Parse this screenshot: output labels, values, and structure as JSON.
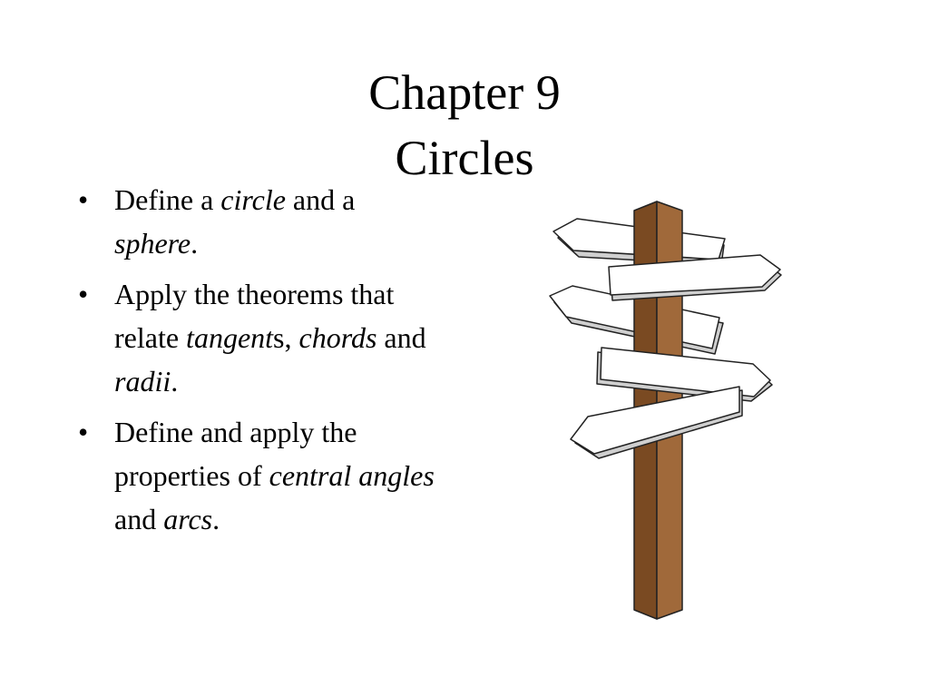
{
  "slide": {
    "title_line1": "Chapter 9",
    "title_line2": "Circles",
    "bullet_char": "•",
    "bullets": [
      {
        "seg0": "Define a ",
        "seg1": "circle",
        "seg2": " and a ",
        "seg3": "sphere",
        "seg4": "."
      },
      {
        "seg0": "Apply the theorems that relate ",
        "seg1": "tangent",
        "seg2": "s, ",
        "seg3": "chords",
        "seg4": " and ",
        "seg5": "radii",
        "seg6": "."
      },
      {
        "seg0": "Define and apply the properties of ",
        "seg1": "central angles",
        "seg2": " and ",
        "seg3": "arcs",
        "seg4": "."
      }
    ]
  },
  "colors": {
    "post_front": "#a0693a",
    "post_side": "#7a4a22",
    "sign_fill": "#ffffff",
    "sign_shade": "#cfcfcf"
  },
  "icons": {
    "signpost": "signpost-icon"
  }
}
